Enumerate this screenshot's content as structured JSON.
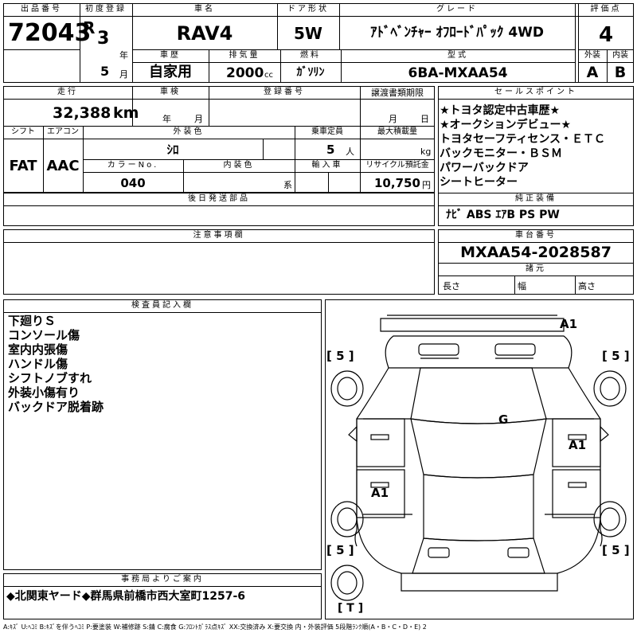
{
  "header": {
    "lot_label": "出品番号",
    "lot_no": "72043",
    "first_reg_label": "初度登録",
    "era": "R",
    "year": "3",
    "year_unit": "年",
    "month": "5",
    "month_unit": "月",
    "car_name_label": "車名",
    "car_name": "RAV4",
    "doors_label": "ドア形状",
    "doors": "5W",
    "grade_label": "グレード",
    "grade": "ｱﾄﾞﾍﾞﾝﾁｬｰ ｵﾌﾛｰﾄﾞﾊﾟｯｸ 4WD",
    "score_label": "評価点",
    "score": "4",
    "history_label": "車歴",
    "history": "自家用",
    "displacement_label": "排気量",
    "displacement": "2000",
    "displacement_unit": "cc",
    "fuel_label": "燃料",
    "fuel": "ｶﾞｿﾘﾝ",
    "model_label": "型式",
    "model": "6BA-MXAA54",
    "exterior_label": "外装",
    "exterior": "A",
    "interior_label": "内装",
    "interior": "B"
  },
  "row2": {
    "mileage_label": "走行",
    "mileage": "32,388",
    "mileage_unit": "km",
    "inspection_label": "車検",
    "inspection_year_unit": "年",
    "inspection_month_unit": "月",
    "reg_no_label": "登録番号",
    "transfer_label": "譲渡書類期限",
    "transfer_month_unit": "月",
    "transfer_day_unit": "日",
    "shift_label": "シフト",
    "shift": "FAT",
    "ac_label": "エアコン",
    "ac": "AAC",
    "ext_color_label": "外装色",
    "ext_color": "ｼﾛ",
    "capacity_label": "乗車定員",
    "capacity": "5",
    "capacity_unit": "人",
    "max_load_label": "最大積載量",
    "max_load_unit": "kg",
    "color_no_label": "カラーNo.",
    "color_no": "040",
    "int_color_label": "内装色",
    "int_color_unit": "系",
    "import_label": "輸入車",
    "recycle_label": "リサイクル預託金",
    "recycle": "10,750",
    "recycle_unit": "円"
  },
  "sales_points": {
    "label": "セールスポイント",
    "items": [
      "★トヨタ認定中古車歴★",
      "★オークションデビュー★",
      "トヨタセーフティセンス・ＥＴＣ",
      "バックモニター・ＢＳＭ",
      "パワーバックドア",
      "シートヒーター"
    ]
  },
  "later_parts": {
    "label": "後日発送部品"
  },
  "equipment": {
    "label": "純正装備",
    "value": "ﾅﾋﾞ ABS ｴｱB PS PW"
  },
  "notes": {
    "label": "注意事項欄"
  },
  "chassis": {
    "label": "車台番号",
    "value": "MXAA54-2028587"
  },
  "dims": {
    "label": "諸元",
    "length_label": "長さ",
    "width_label": "幅",
    "height_label": "高さ"
  },
  "inspector": {
    "label": "検査員記入欄",
    "items": [
      "下廻りＳ",
      "コンソール傷",
      "室内内張傷",
      "ハンドル傷",
      "シフトノブすれ",
      "外装小傷有り",
      "バックドア脱着跡"
    ]
  },
  "diagram": {
    "marks": {
      "top_right": "A1",
      "center": "G",
      "right_side": "A1",
      "left_side": "A1"
    },
    "tires": {
      "front_left": "[ 5 ]",
      "front_right": "[ 5 ]",
      "rear_left": "[ 5 ]",
      "rear_right": "[ 5 ]",
      "spare": "[ T ]"
    }
  },
  "office": {
    "label": "事務局よりご案内",
    "text": "◆北関東ヤード◆群馬県前橋市西大室町1257-6"
  },
  "legend": "A:ｷｽﾞ U:ﾍｺﾐ B:ｷｽﾞを伴うﾍｺﾐ P:要塗装 W:補修跡 S:錆 C:腐食 G:ﾌﾛﾝﾄｶﾞﾗｽ点ｷｽﾞ XX:交換済み X:要交換 内・外装評価 5段階ﾗﾝｸ順(A・B・C・D・E) 2"
}
